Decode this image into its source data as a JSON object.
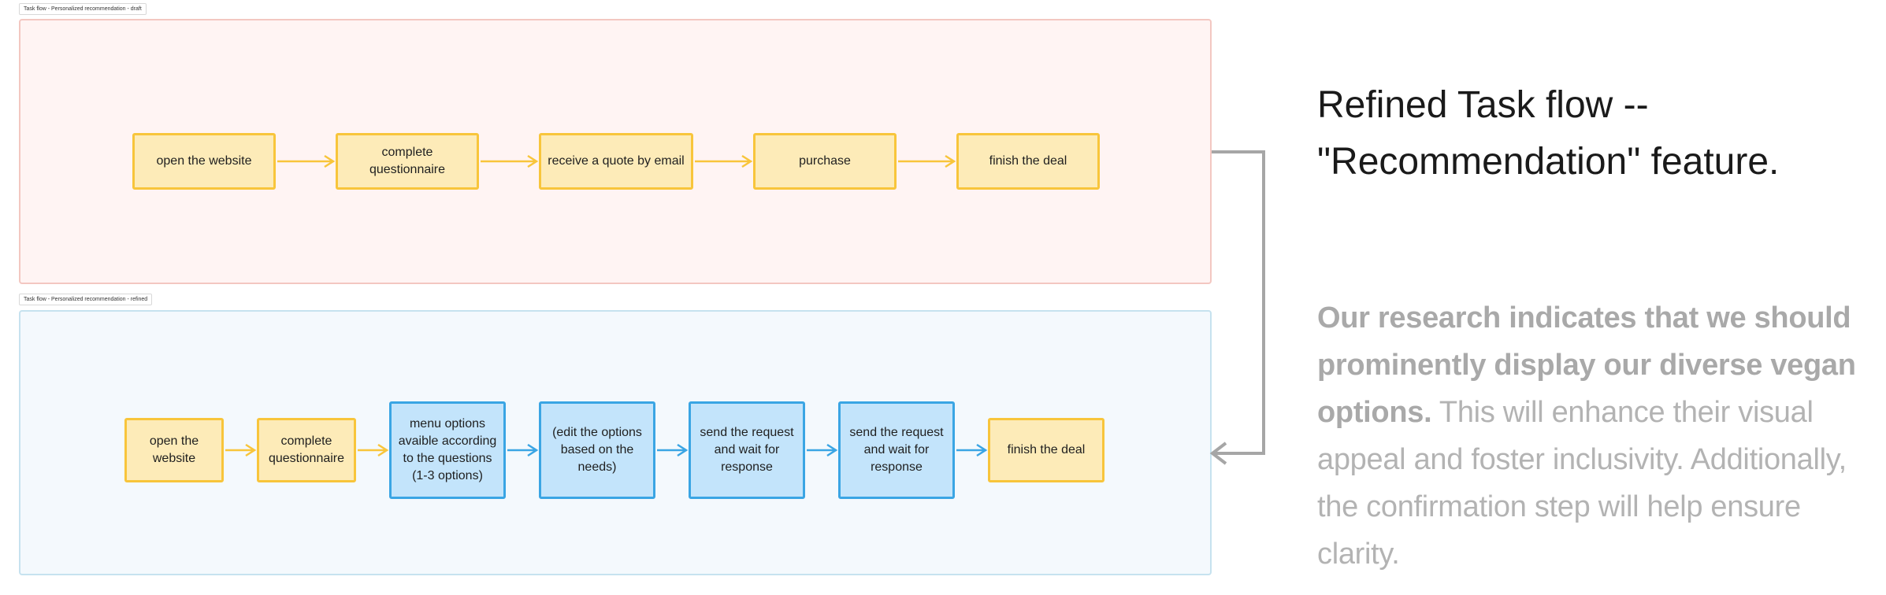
{
  "draft": {
    "label": "Task flow - Personalized recommendation - draft",
    "steps": [
      "open the website",
      "complete questionnaire",
      "receive a quote by email",
      "purchase",
      "finish the deal"
    ]
  },
  "refined": {
    "label": "Task flow - Personalized recommendation - refined",
    "steps": [
      "open the website",
      "complete questionnaire",
      "menu options avaible according to the questions (1-3 options)",
      "(edit the options based on the needs)",
      "send the request and wait for response",
      "send the request and wait for response",
      "finish the deal"
    ]
  },
  "heading": "Refined Task flow -- \"Recommendation\" feature.",
  "research": {
    "bold": "Our research indicates that we should prominently display our diverse vegan options.",
    "rest": " This will enhance their visual appeal and foster inclusivity. Additionally, the confirmation step will help ensure clarity."
  },
  "colors": {
    "draft_bg": "#fff4f3",
    "refined_bg": "#f4f9fd",
    "yellow_fill": "#fdebb8",
    "yellow_border": "#f8c53b",
    "blue_fill": "#c3e4fb",
    "blue_border": "#3aa5e4",
    "connector": "#a6a6a6"
  }
}
